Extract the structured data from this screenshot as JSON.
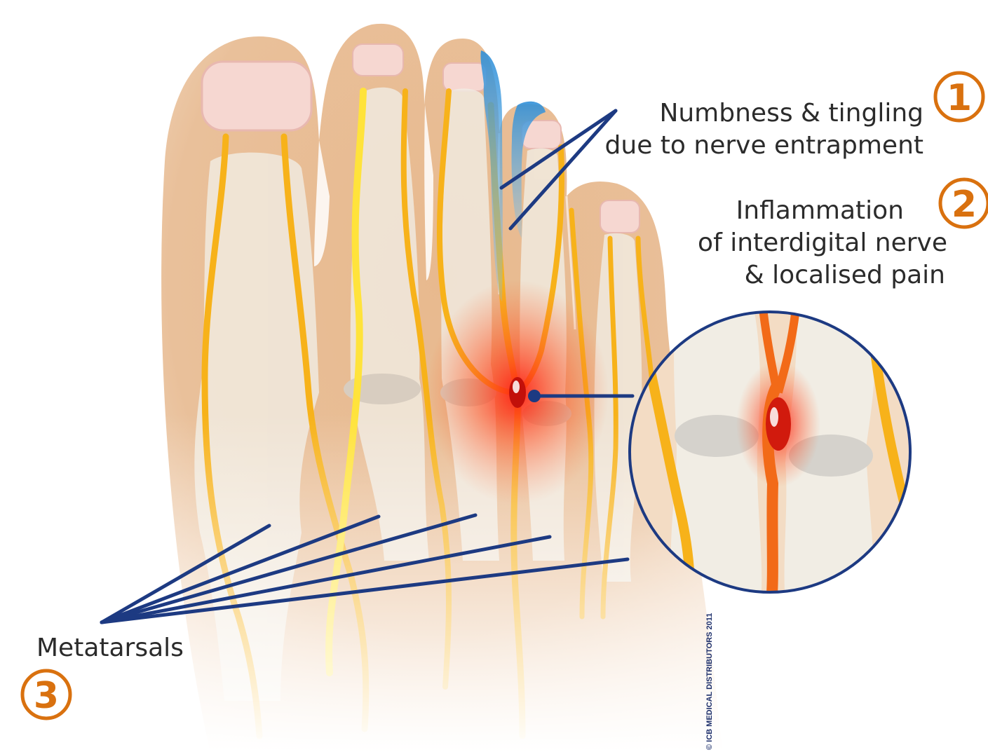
{
  "callouts": [
    {
      "number": "1",
      "lines": [
        "Numbness & tingling",
        "due to nerve entrapment"
      ]
    },
    {
      "number": "2",
      "lines": [
        "Inflammation",
        "of interdigital nerve",
        "& localised pain"
      ]
    },
    {
      "number": "3",
      "lines": [
        "Metatarsals"
      ]
    }
  ],
  "copyright": "© ICB MEDICAL DISTRIBUTORS 2011",
  "colors": {
    "skin": "#e7b98d",
    "bone": "#f1ede4",
    "nerve": "#f7b21a",
    "nerve_highlight": "#ffe33b",
    "inflammation": "#ff2a12",
    "numbness": "#3d9fe0",
    "leader_line": "#1d3a82",
    "badge": "#d9710f",
    "text": "#2b2b2b"
  },
  "icons": [
    "number-badge-1",
    "number-badge-2",
    "number-badge-3",
    "magnifier-inset-circle"
  ]
}
